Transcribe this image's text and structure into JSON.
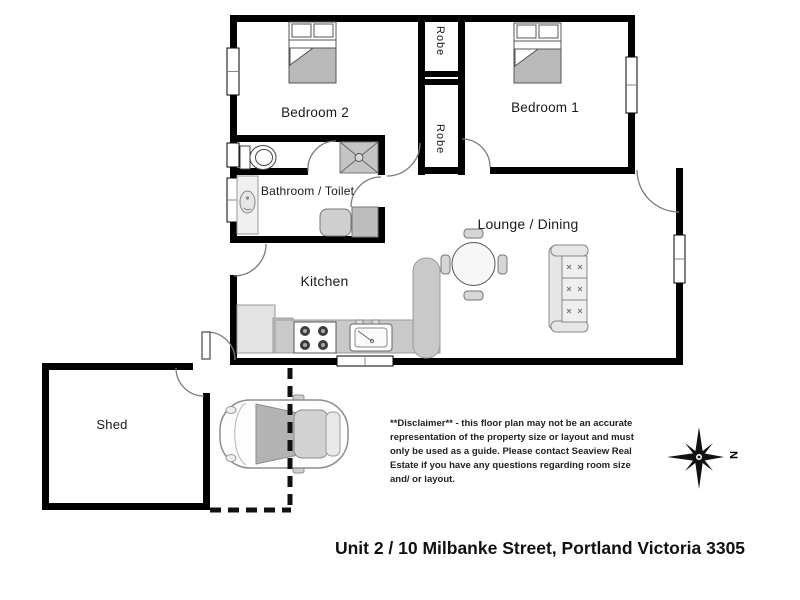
{
  "floorplan": {
    "rooms": [
      {
        "id": "bedroom-2",
        "label": "Bedroom 2"
      },
      {
        "id": "bedroom-1",
        "label": "Bedroom 1"
      },
      {
        "id": "robe-upper",
        "label": "Robe"
      },
      {
        "id": "robe-lower",
        "label": "Robe"
      },
      {
        "id": "bathroom-toilet",
        "label": "Bathroom / Toilet"
      },
      {
        "id": "lounge-dining",
        "label": "Lounge / Dining"
      },
      {
        "id": "kitchen",
        "label": "Kitchen"
      },
      {
        "id": "shed",
        "label": "Shed"
      }
    ],
    "compass_label": "N",
    "disclaimer_lines": [
      "**Disclaimer** - this floor plan may not be an accurate",
      "representation of the property size or layout and must",
      "only be used as a guide. Please contact Seaview Real",
      "Estate if you have any questions regarding room size",
      "and/ or layout."
    ],
    "address": "Unit 2 / 10 Milbanke Street, Portland Victoria 3305",
    "colors": {
      "wall": "#000000",
      "door_arc": "#7a7a7a",
      "furniture_gray": "#c4c4c4",
      "furniture_light": "#ececec",
      "text": "#1a1a1a"
    }
  }
}
